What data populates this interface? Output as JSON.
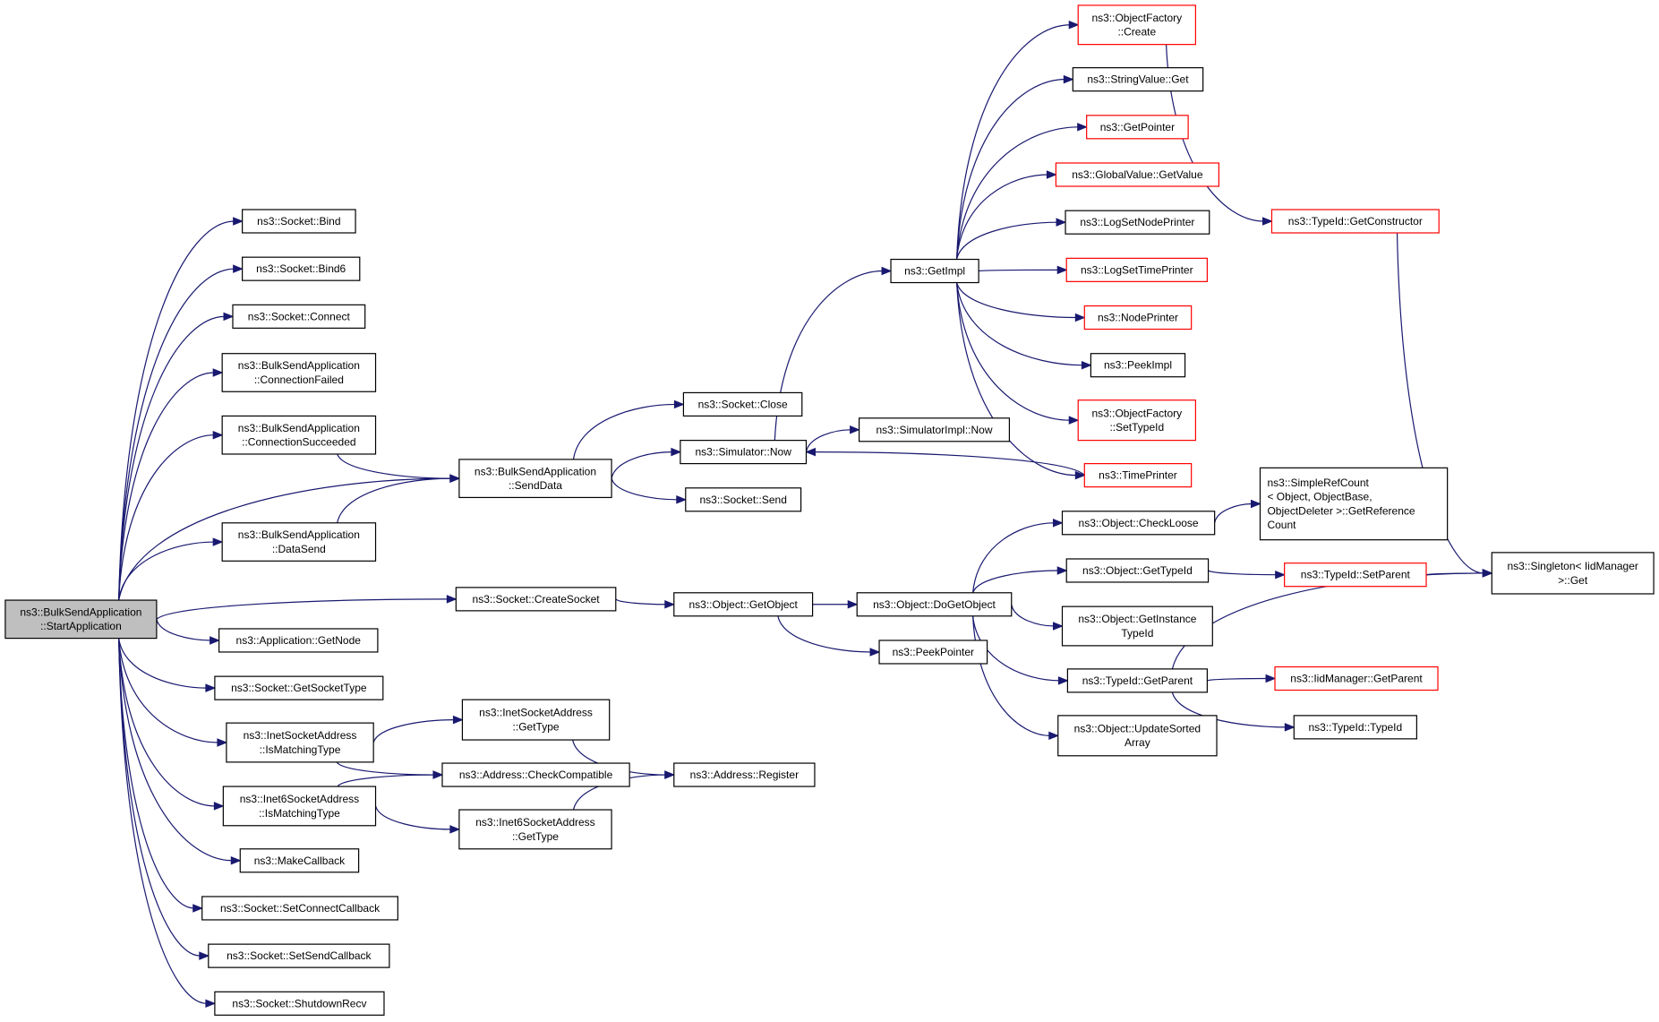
{
  "nodes": [
    {
      "id": "root",
      "lines": [
        "ns3::BulkSendApplication",
        "::StartApplication"
      ],
      "style": "root"
    },
    {
      "id": "bind",
      "lines": [
        "ns3::Socket::Bind"
      ]
    },
    {
      "id": "bind6",
      "lines": [
        "ns3::Socket::Bind6"
      ]
    },
    {
      "id": "connect",
      "lines": [
        "ns3::Socket::Connect"
      ]
    },
    {
      "id": "connfailed",
      "lines": [
        "ns3::BulkSendApplication",
        "::ConnectionFailed"
      ]
    },
    {
      "id": "connsucc",
      "lines": [
        "ns3::BulkSendApplication",
        "::ConnectionSucceeded"
      ]
    },
    {
      "id": "datasend",
      "lines": [
        "ns3::BulkSendApplication",
        "::DataSend"
      ]
    },
    {
      "id": "senddata",
      "lines": [
        "ns3::BulkSendApplication",
        "::SendData"
      ]
    },
    {
      "id": "sockclose",
      "lines": [
        "ns3::Socket::Close"
      ]
    },
    {
      "id": "simnow",
      "lines": [
        "ns3::Simulator::Now"
      ]
    },
    {
      "id": "socksend",
      "lines": [
        "ns3::Socket::Send"
      ]
    },
    {
      "id": "simimplnow",
      "lines": [
        "ns3::SimulatorImpl::Now"
      ]
    },
    {
      "id": "getimpl",
      "lines": [
        "ns3::GetImpl"
      ]
    },
    {
      "id": "ofcreate",
      "lines": [
        "ns3::ObjectFactory",
        "::Create"
      ],
      "style": "red"
    },
    {
      "id": "strget",
      "lines": [
        "ns3::StringValue::Get"
      ]
    },
    {
      "id": "getpointer",
      "lines": [
        "ns3::GetPointer"
      ],
      "style": "red"
    },
    {
      "id": "gvget",
      "lines": [
        "ns3::GlobalValue::GetValue"
      ],
      "style": "red"
    },
    {
      "id": "lognode",
      "lines": [
        "ns3::LogSetNodePrinter"
      ]
    },
    {
      "id": "logtime",
      "lines": [
        "ns3::LogSetTimePrinter"
      ],
      "style": "red"
    },
    {
      "id": "nodeprinter",
      "lines": [
        "ns3::NodePrinter"
      ],
      "style": "red"
    },
    {
      "id": "peekimpl",
      "lines": [
        "ns3::PeekImpl"
      ]
    },
    {
      "id": "ofsettype",
      "lines": [
        "ns3::ObjectFactory",
        "::SetTypeId"
      ],
      "style": "red"
    },
    {
      "id": "timeprinter",
      "lines": [
        "ns3::TimePrinter"
      ],
      "style": "red"
    },
    {
      "id": "getctor",
      "lines": [
        "ns3::TypeId::GetConstructor"
      ],
      "style": "red"
    },
    {
      "id": "singleton",
      "lines": [
        "ns3::Singleton< IidManager",
        " >::Get"
      ]
    },
    {
      "id": "createsock",
      "lines": [
        "ns3::Socket::CreateSocket"
      ]
    },
    {
      "id": "getobject",
      "lines": [
        "ns3::Object::GetObject"
      ]
    },
    {
      "id": "dogetobject",
      "lines": [
        "ns3::Object::DoGetObject"
      ]
    },
    {
      "id": "peekpointer",
      "lines": [
        "ns3::PeekPointer"
      ]
    },
    {
      "id": "checkloose",
      "lines": [
        "ns3::Object::CheckLoose"
      ]
    },
    {
      "id": "simplerefcount",
      "lines": [
        "ns3::SimpleRefCount",
        "< Object, ObjectBase,",
        " ObjectDeleter >::GetReference",
        "Count"
      ],
      "align": "left"
    },
    {
      "id": "objgettypeid",
      "lines": [
        "ns3::Object::GetTypeId"
      ]
    },
    {
      "id": "setparent",
      "lines": [
        "ns3::TypeId::SetParent"
      ],
      "style": "red"
    },
    {
      "id": "getinsttype",
      "lines": [
        "ns3::Object::GetInstance",
        "TypeId"
      ]
    },
    {
      "id": "tgetparent",
      "lines": [
        "ns3::TypeId::GetParent"
      ]
    },
    {
      "id": "iidgetparent",
      "lines": [
        "ns3::IidManager::GetParent"
      ],
      "style": "red"
    },
    {
      "id": "typeidctor",
      "lines": [
        "ns3::TypeId::TypeId"
      ]
    },
    {
      "id": "updatesorted",
      "lines": [
        "ns3::Object::UpdateSorted",
        "Array"
      ]
    },
    {
      "id": "getnode",
      "lines": [
        "ns3::Application::GetNode"
      ]
    },
    {
      "id": "getsocktype",
      "lines": [
        "ns3::Socket::GetSocketType"
      ]
    },
    {
      "id": "inetmatch",
      "lines": [
        "ns3::InetSocketAddress",
        "::IsMatchingType"
      ]
    },
    {
      "id": "inetgettype",
      "lines": [
        "ns3::InetSocketAddress",
        "::GetType"
      ]
    },
    {
      "id": "addrcheck",
      "lines": [
        "ns3::Address::CheckCompatible"
      ]
    },
    {
      "id": "addrreg",
      "lines": [
        "ns3::Address::Register"
      ]
    },
    {
      "id": "inet6match",
      "lines": [
        "ns3::Inet6SocketAddress",
        "::IsMatchingType"
      ]
    },
    {
      "id": "inet6gettype",
      "lines": [
        "ns3::Inet6SocketAddress",
        "::GetType"
      ]
    },
    {
      "id": "makecb",
      "lines": [
        "ns3::MakeCallback"
      ]
    },
    {
      "id": "setconncb",
      "lines": [
        "ns3::Socket::SetConnectCallback"
      ]
    },
    {
      "id": "setsendcb",
      "lines": [
        "ns3::Socket::SetSendCallback"
      ]
    },
    {
      "id": "shutdown",
      "lines": [
        "ns3::Socket::ShutdownRecv"
      ]
    }
  ],
  "edges": [
    [
      "root",
      "bind"
    ],
    [
      "root",
      "bind6"
    ],
    [
      "root",
      "connect"
    ],
    [
      "root",
      "connfailed"
    ],
    [
      "root",
      "connsucc"
    ],
    [
      "root",
      "senddata"
    ],
    [
      "root",
      "datasend"
    ],
    [
      "root",
      "createsock"
    ],
    [
      "root",
      "getnode"
    ],
    [
      "root",
      "getsocktype"
    ],
    [
      "root",
      "inetmatch"
    ],
    [
      "root",
      "inet6match"
    ],
    [
      "root",
      "makecb"
    ],
    [
      "root",
      "setconncb"
    ],
    [
      "root",
      "setsendcb"
    ],
    [
      "root",
      "shutdown"
    ],
    [
      "connsucc",
      "senddata"
    ],
    [
      "datasend",
      "senddata"
    ],
    [
      "senddata",
      "sockclose"
    ],
    [
      "senddata",
      "simnow"
    ],
    [
      "senddata",
      "socksend"
    ],
    [
      "simnow",
      "simimplnow"
    ],
    [
      "simnow",
      "getimpl"
    ],
    [
      "getimpl",
      "ofcreate"
    ],
    [
      "getimpl",
      "strget"
    ],
    [
      "getimpl",
      "getpointer"
    ],
    [
      "getimpl",
      "gvget"
    ],
    [
      "getimpl",
      "lognode"
    ],
    [
      "getimpl",
      "logtime"
    ],
    [
      "getimpl",
      "nodeprinter"
    ],
    [
      "getimpl",
      "peekimpl"
    ],
    [
      "getimpl",
      "ofsettype"
    ],
    [
      "getimpl",
      "timeprinter"
    ],
    [
      "timeprinter",
      "simnow"
    ],
    [
      "ofcreate",
      "getctor"
    ],
    [
      "getctor",
      "singleton"
    ],
    [
      "createsock",
      "getobject"
    ],
    [
      "getobject",
      "dogetobject"
    ],
    [
      "getobject",
      "peekpointer"
    ],
    [
      "dogetobject",
      "checkloose"
    ],
    [
      "dogetobject",
      "objgettypeid"
    ],
    [
      "dogetobject",
      "getinsttype"
    ],
    [
      "dogetobject",
      "tgetparent"
    ],
    [
      "dogetobject",
      "updatesorted"
    ],
    [
      "checkloose",
      "simplerefcount"
    ],
    [
      "objgettypeid",
      "setparent"
    ],
    [
      "setparent",
      "singleton"
    ],
    [
      "tgetparent",
      "singleton"
    ],
    [
      "tgetparent",
      "iidgetparent"
    ],
    [
      "tgetparent",
      "typeidctor"
    ],
    [
      "inetmatch",
      "inetgettype"
    ],
    [
      "inetmatch",
      "addrcheck"
    ],
    [
      "inet6match",
      "addrcheck"
    ],
    [
      "inet6match",
      "inet6gettype"
    ],
    [
      "inetgettype",
      "addrreg"
    ],
    [
      "inet6gettype",
      "addrreg"
    ]
  ]
}
